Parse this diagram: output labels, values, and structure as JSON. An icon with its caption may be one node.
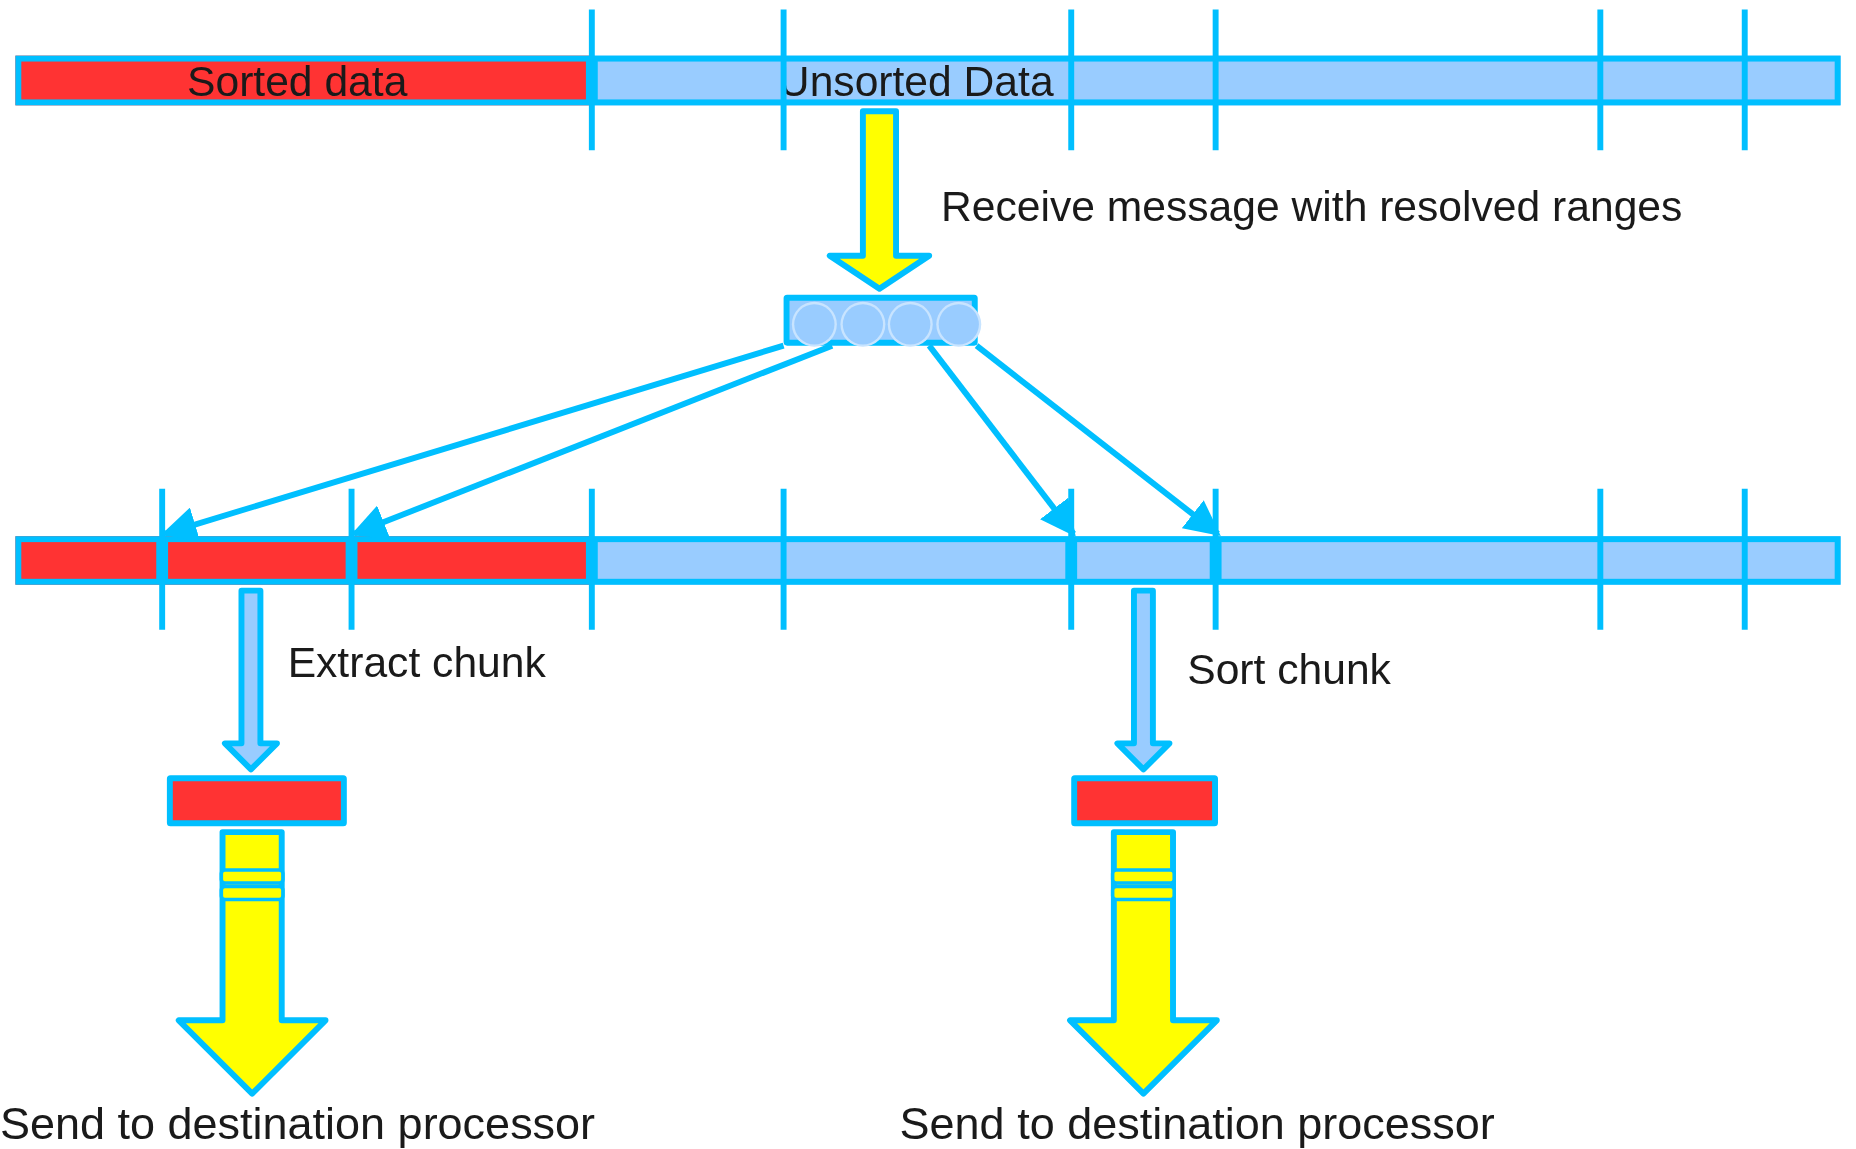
{
  "diagram": {
    "nodes": [
      {
        "text": [
          "Sorted data"
        ]
      },
      {
        "text": [
          "Unsorted Data"
        ]
      },
      {
        "text": [],
        "shape": "box"
      },
      {
        "text": [],
        "shape": "bar"
      },
      {
        "text": [],
        "shape": "bar"
      },
      {
        "text": [],
        "shape": "bar"
      },
      {
        "text": [],
        "shape": "bar"
      },
      {
        "text": [],
        "shape": "bar"
      },
      {
        "text": [],
        "shape": "bar"
      },
      {
        "text": [],
        "shape": "box"
      },
      {
        "text": [],
        "shape": "box"
      },
      {
        "text": [
          "Send to destination processor"
        ]
      },
      {
        "text": [
          "Send to destination processor"
        ]
      }
    ],
    "edges": [
      {
        "from": 1,
        "to": 2,
        "arrow": "to",
        "label": "Receive message with resolved ranges",
        "style": "thick",
        "color": "#ffff00"
      },
      {
        "from": 2,
        "to": 4,
        "arrow": "to"
      },
      {
        "from": 2,
        "to": 5,
        "arrow": "to"
      },
      {
        "from": 2,
        "to": 7,
        "arrow": "to"
      },
      {
        "from": 2,
        "to": 8,
        "arrow": "to"
      },
      {
        "from": 4,
        "to": 9,
        "arrow": "to",
        "label": "Extract chunk",
        "style": "thick",
        "color": "#99ccff"
      },
      {
        "from": 7,
        "to": 10,
        "arrow": "to",
        "label": "Sort chunk",
        "style": "thick",
        "color": "#99ccff"
      },
      {
        "from": 9,
        "to": 11,
        "arrow": "to",
        "style": "thick",
        "color": "#ffff00"
      },
      {
        "from": 10,
        "to": 12,
        "arrow": "to",
        "style": "thick",
        "color": "#ffff00"
      }
    ]
  }
}
